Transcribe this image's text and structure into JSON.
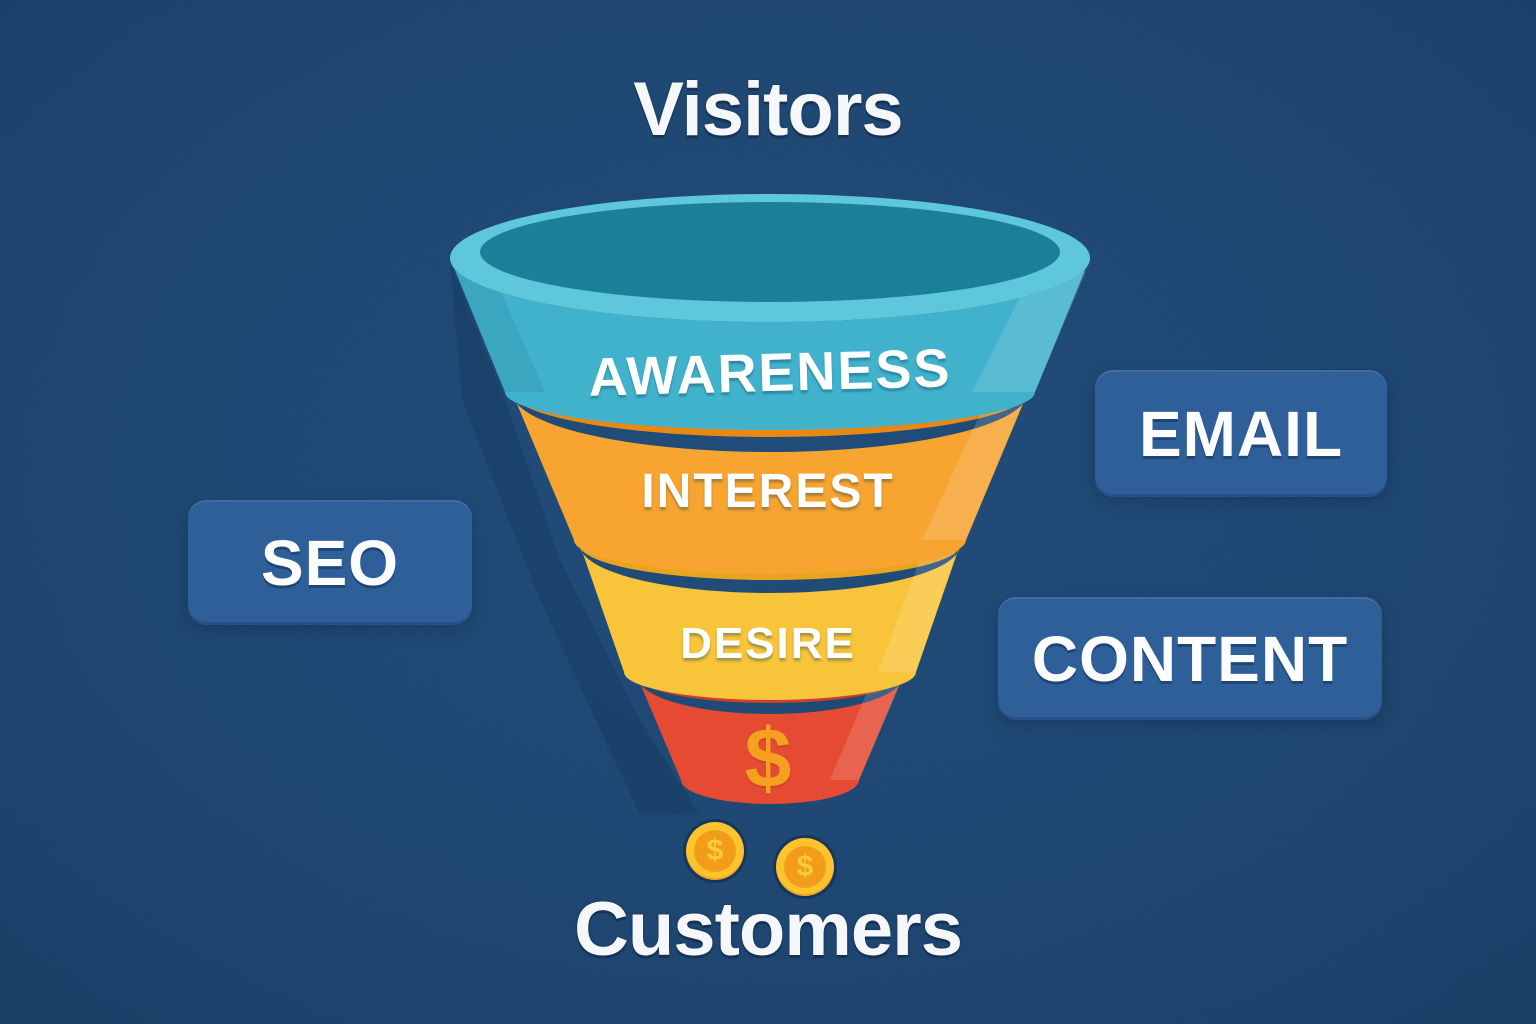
{
  "page": {
    "background_color": "#1B4470",
    "top_title": "Visitors",
    "bottom_title": "Customers"
  },
  "funnel": {
    "stages": [
      {
        "label": "AWARENESS",
        "body_color": "#3EB1CB",
        "rim_color": "#5BC6DA",
        "opening_color": "#177D97"
      },
      {
        "label": "INTEREST",
        "body_color": "#F7A22C",
        "rim_color": "#E9860E"
      },
      {
        "label": "DESIRE",
        "body_color": "#F8C336",
        "rim_color": "#E9A21B"
      },
      {
        "label": "$",
        "body_color": "#E5472F",
        "rim_color": "#CE3B27",
        "symbol_color": "#F5A01E"
      }
    ]
  },
  "side_labels": [
    {
      "label": "SEO"
    },
    {
      "label": "EMAIL"
    },
    {
      "label": "CONTENT"
    }
  ],
  "badge_color": "#2F5F99",
  "coins": {
    "symbol": "$",
    "count": 2,
    "ring_color": "#FFC32E",
    "face_color": "#F29C1C",
    "symbol_color": "#FFC93C"
  }
}
